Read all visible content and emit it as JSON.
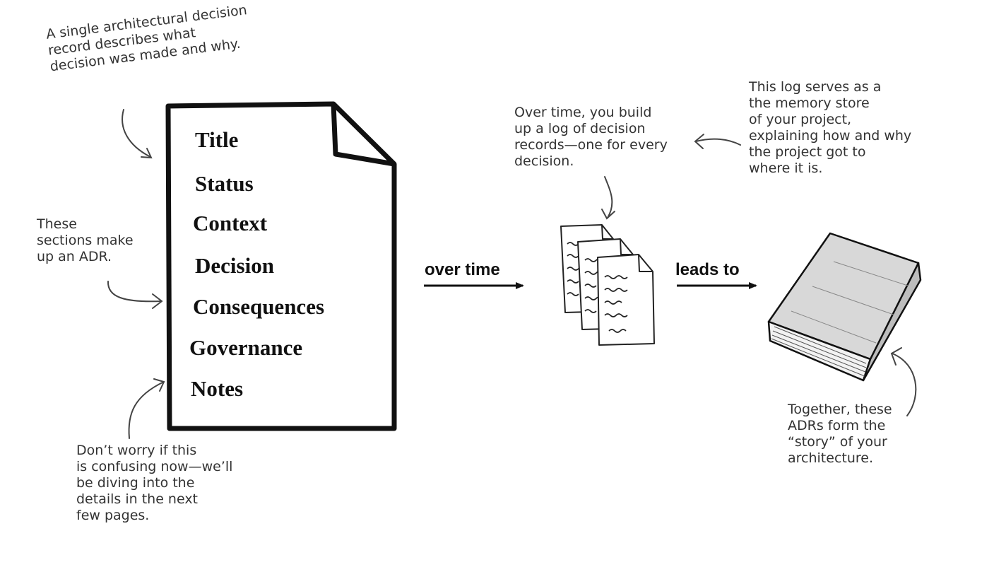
{
  "notes": {
    "single_record": "A single architectural decision\nrecord describes what\ndecision was made and why.",
    "sections_make_up": "These\nsections make\nup an ADR.",
    "dont_worry": "Don’t worry if this\nis confusing now—we’ll\nbe diving into the\ndetails in the next\nfew pages.",
    "over_time_build": "Over time, you build\nup a log of decision\nrecords—one for every\ndecision.",
    "log_serves": "This log serves as a\nthe memory store\nof your project,\nexplaining how and why\nthe project got to\nwhere it is.",
    "together": "Together, these\nADRs form the\n“story” of your\narchitecture."
  },
  "adr_sections": [
    "Title",
    "Status",
    "Context",
    "Decision",
    "Consequences",
    "Governance",
    "Notes"
  ],
  "flow": {
    "over_time": "over time",
    "leads_to": "leads to"
  },
  "icons": [
    "document-icon",
    "stacked-records-icon",
    "book-icon"
  ]
}
